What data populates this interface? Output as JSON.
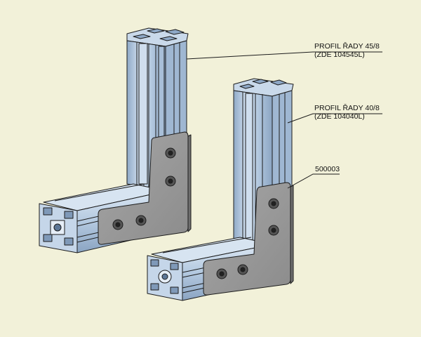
{
  "callouts": {
    "profile_45": {
      "name": "PROFIL ŘADY 45/8",
      "code": "(ZDE 104545L)"
    },
    "profile_40": {
      "name": "PROFIL ŘADY 40/8",
      "code": "(ZDE 104040L)"
    },
    "plate": {
      "part_no": "500003"
    }
  },
  "colors": {
    "background": "#f2f1d9",
    "profile_face": "#b9cde3",
    "profile_light": "#d9e6f3",
    "profile_dark": "#8ea8c6",
    "plate": "#9b9b9b",
    "plate_dark": "#6f6f6f",
    "outline": "#1c1c1c"
  }
}
